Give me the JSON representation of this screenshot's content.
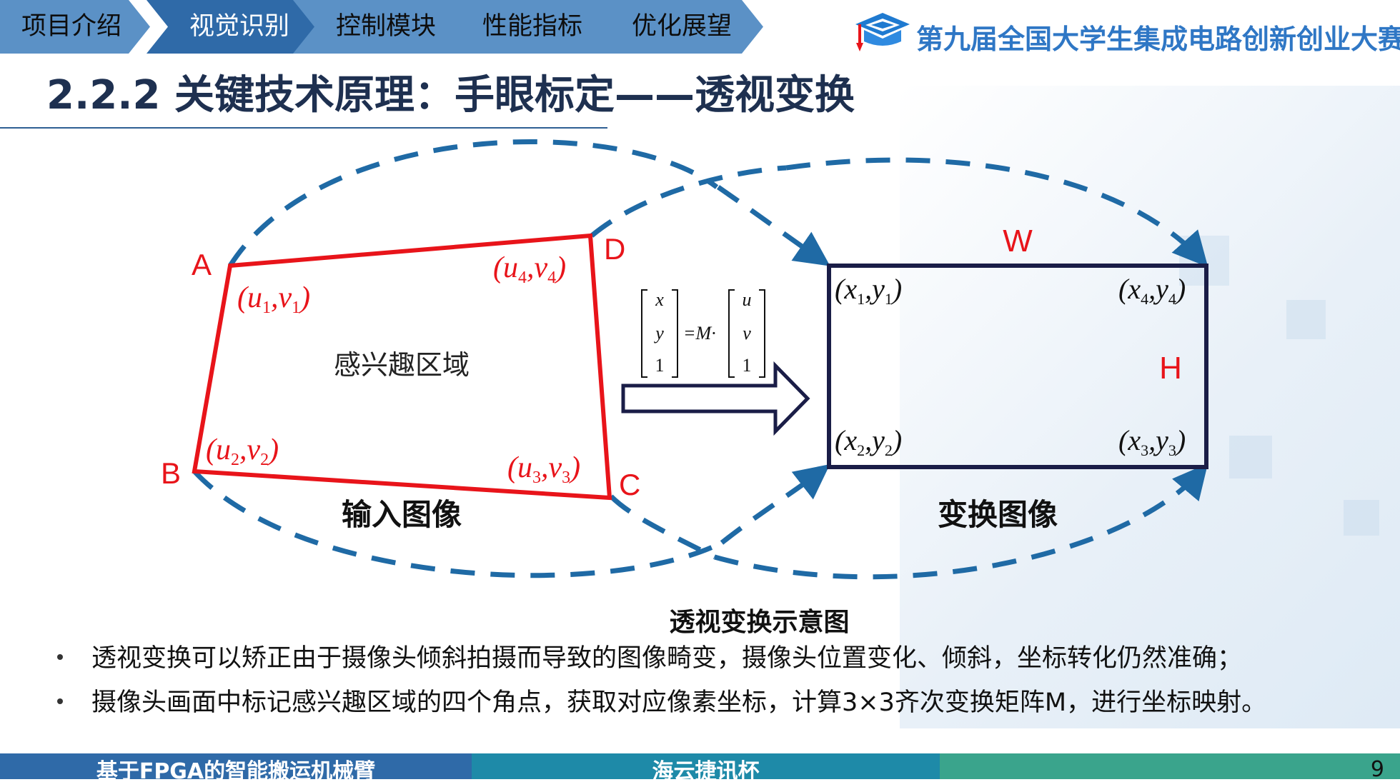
{
  "nav": {
    "tabs": [
      {
        "label": "项目介绍",
        "active": false
      },
      {
        "label": "视觉识别",
        "active": true
      },
      {
        "label": "控制模块",
        "active": false
      },
      {
        "label": "性能指标",
        "active": false
      },
      {
        "label": "优化展望",
        "active": false
      }
    ]
  },
  "contest": {
    "name": "第九届全国大学生集成电路创新创业大赛",
    "icon": "graduation-cap-logo"
  },
  "title": "2.2.2 关键技术原理：手眼标定——透视变换",
  "diagram": {
    "input": {
      "corners": [
        "A",
        "B",
        "C",
        "D"
      ],
      "coords": {
        "p1": {
          "u": "u",
          "v": "v",
          "i": "1"
        },
        "p2": {
          "u": "u",
          "v": "v",
          "i": "2"
        },
        "p3": {
          "u": "u",
          "v": "v",
          "i": "3"
        },
        "p4": {
          "u": "u",
          "v": "v",
          "i": "4"
        }
      },
      "region_label": "感兴趣区域",
      "label": "输入图像"
    },
    "formula": {
      "lhs": [
        "x",
        "y",
        "1"
      ],
      "op": "=M·",
      "rhs": [
        "u",
        "v",
        "1"
      ]
    },
    "output": {
      "coords": {
        "p1": "1",
        "p2": "2",
        "p3": "3",
        "p4": "4"
      },
      "width_label": "W",
      "height_label": "H",
      "label": "变换图像"
    },
    "colors": {
      "quad": "#e8141a",
      "rect": "#1a1d47",
      "dashed": "#1f6aa5",
      "arrow": "#1a1d47"
    }
  },
  "caption": "透视变换示意图",
  "bullets": [
    "透视变换可以矫正由于摄像头倾斜拍摄而导致的图像畸变，摄像头位置变化、倾斜，坐标转化仍然准确；",
    "摄像头画面中标记感兴趣区域的四个角点，获取对应像素坐标，计算3×3齐次变换矩阵M，进行坐标映射。"
  ],
  "footer": {
    "project": "基于FPGA的智能搬运机械臂",
    "cup": "海云捷讯杯",
    "page": "9",
    "colors": [
      "#2f6aa8",
      "#1e8aa8",
      "#3aa48c"
    ]
  }
}
